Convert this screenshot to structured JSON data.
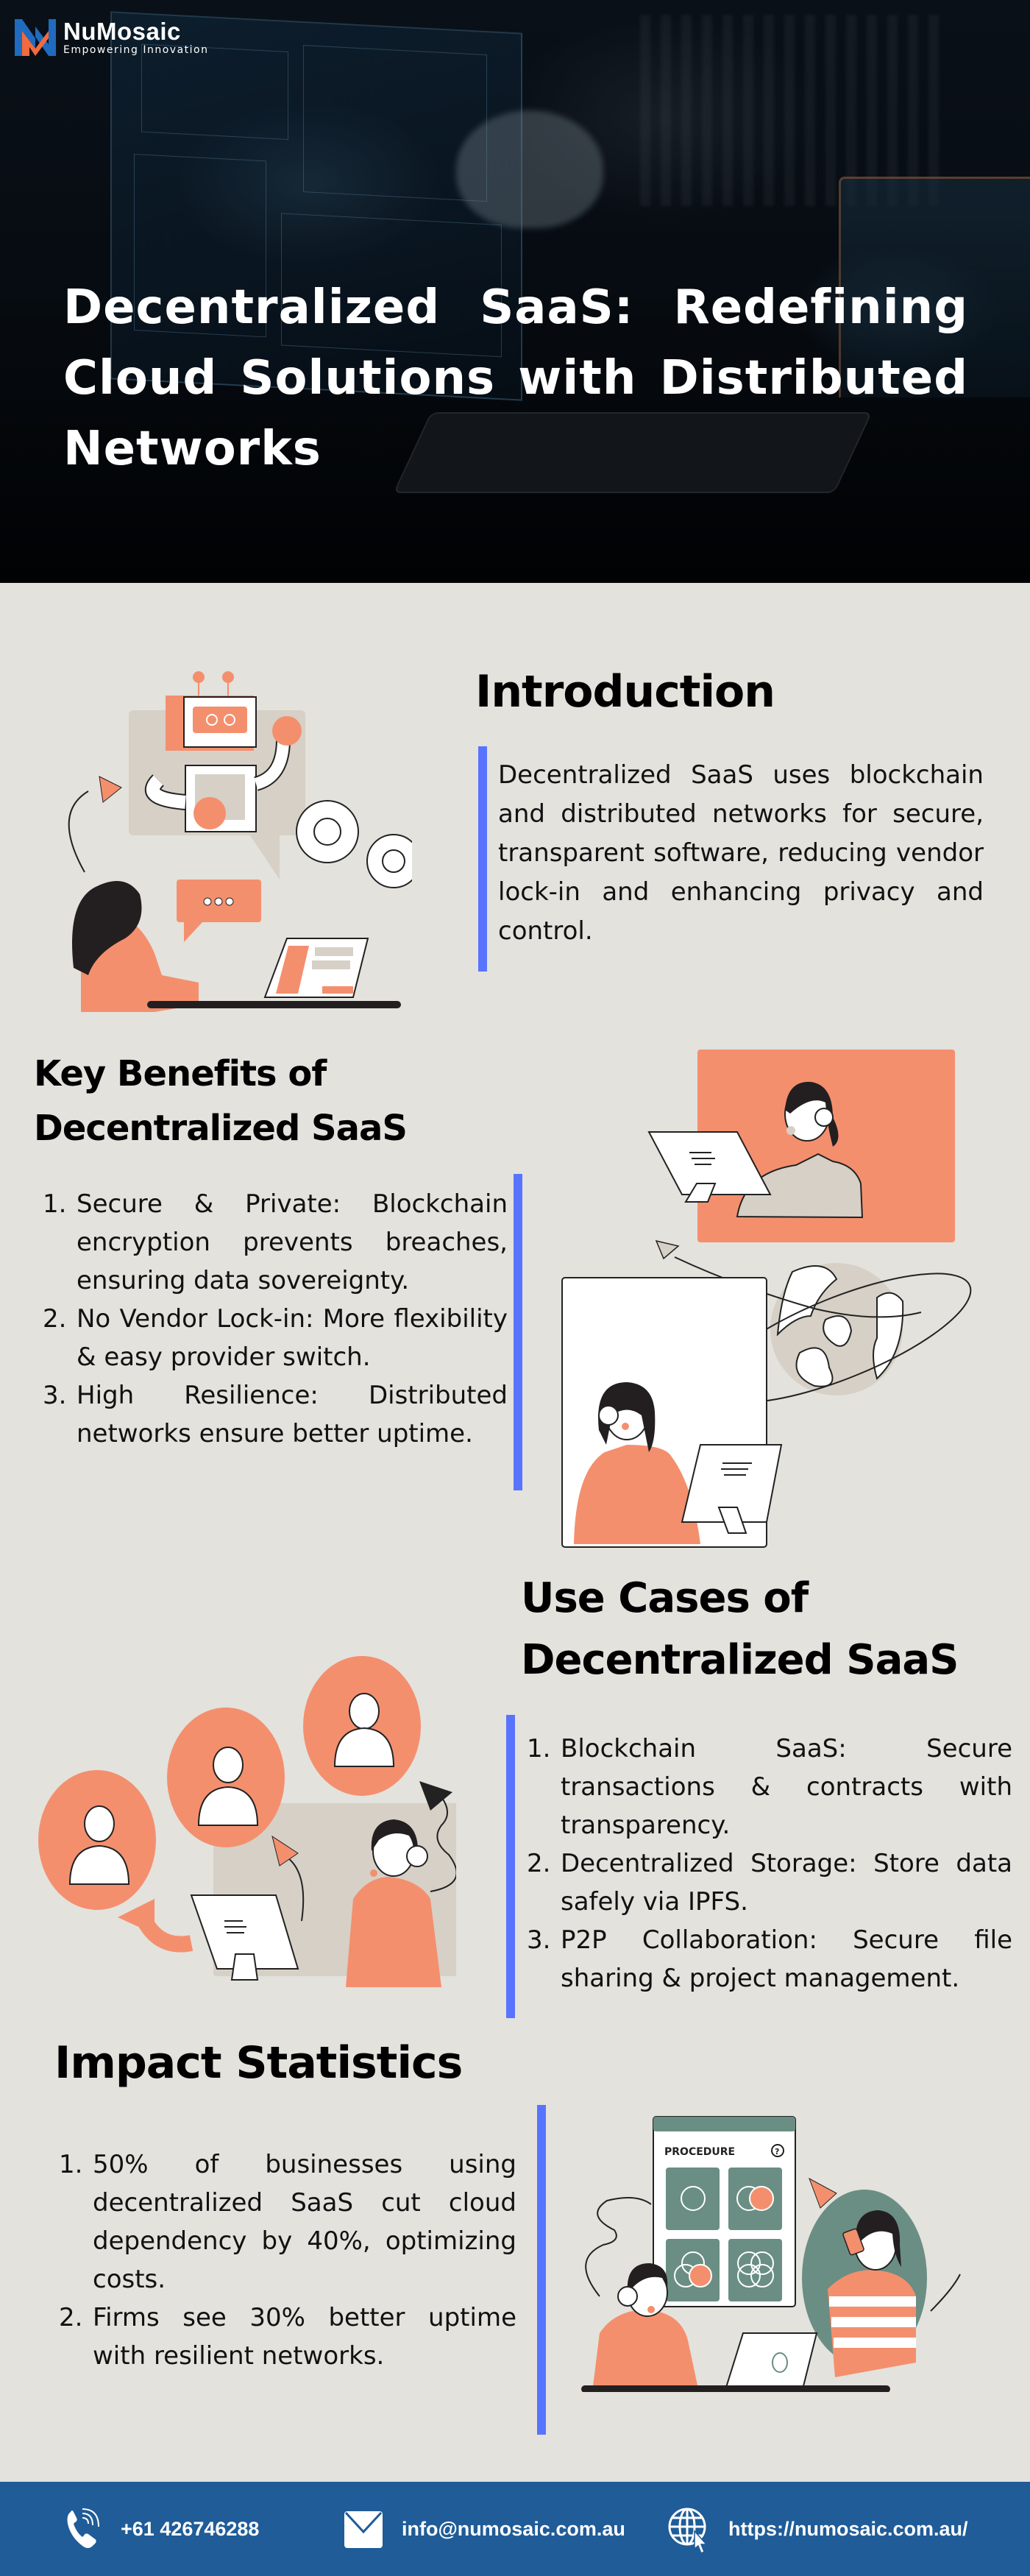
{
  "brand": {
    "name": "NuMosaic",
    "tagline": "Empowering Innovation",
    "colors": {
      "logo_blue": "#1f6bbf",
      "logo_orange": "#f26a3d",
      "accent_bar": "#5874ff",
      "footer_bg": "#1f5c98",
      "illustration_orange": "#f48f6e",
      "page_bg": "#e3e2dd"
    }
  },
  "hero": {
    "title": "Decentralized SaaS: Redefining Cloud Solutions with Distributed Networks"
  },
  "introduction": {
    "heading": "Introduction",
    "body": "Decentralized SaaS uses blockchain and distributed networks for secure, transparent software, reducing vendor lock-in and enhancing privacy and control.",
    "illustration": "woman-with-laptop-chatting-with-robot-and-gears"
  },
  "benefits": {
    "heading_line1": "Key Benefits of",
    "heading_line2": "Decentralized SaaS",
    "items": [
      {
        "num": "1.",
        "text": "Secure & Private: Blockchain encryption prevents breaches, ensuring data sovereignty."
      },
      {
        "num": "2.",
        "text": "No Vendor Lock-in: More flexibility & easy provider switch."
      },
      {
        "num": "3.",
        "text": "High Resilience: Distributed networks ensure better uptime."
      }
    ],
    "illustration": "two-support-agents-with-globe"
  },
  "use_cases": {
    "heading_line1": "Use Cases of",
    "heading_line2": "Decentralized SaaS",
    "items": [
      {
        "num": "1.",
        "text": "Blockchain SaaS: Secure transactions & contracts with transparency."
      },
      {
        "num": "2.",
        "text": "Decentralized Storage: Store data safely via IPFS."
      },
      {
        "num": "3.",
        "text": "P2P Collaboration: Secure file sharing & project management."
      }
    ],
    "illustration": "agent-connecting-to-users"
  },
  "impact": {
    "heading": "Impact Statistics",
    "items": [
      {
        "num": "1.",
        "text": "50% of businesses using decentralized SaaS cut cloud dependency by 40%, optimizing costs."
      },
      {
        "num": "2.",
        "text": "Firms see 30% better uptime with resilient networks."
      }
    ],
    "illustration": {
      "name": "team-procedure-board",
      "board_label": "PROCEDURE",
      "help_glyph": "?"
    }
  },
  "footer": {
    "phone": {
      "icon": "phone-icon",
      "text": "+61 426746288"
    },
    "email": {
      "icon": "mail-icon",
      "text": "info@numosaic.com.au"
    },
    "website": {
      "icon": "globe-cursor-icon",
      "text": "https://numosaic.com.au/"
    }
  }
}
